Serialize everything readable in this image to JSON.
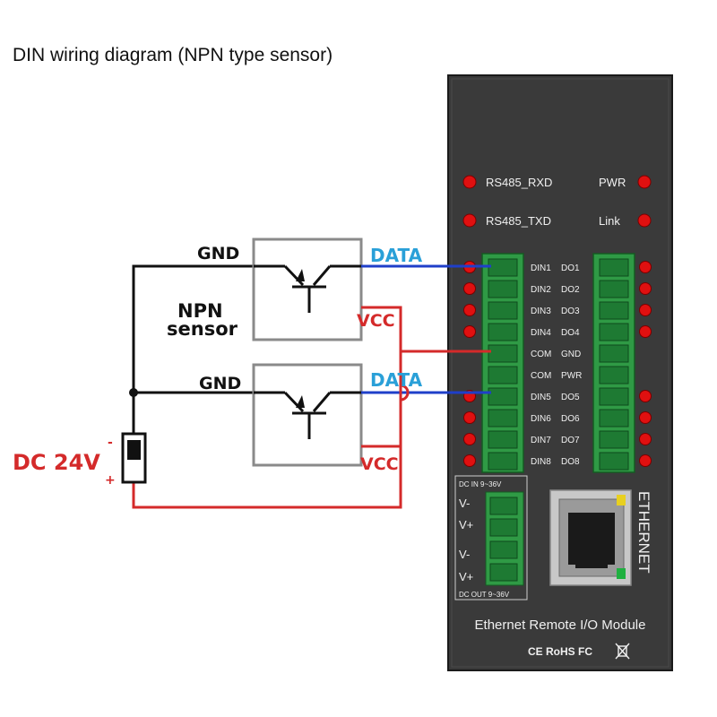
{
  "title": "DIN wiring diagram (NPN type sensor)",
  "sensor": {
    "label_line1": "NPN",
    "label_line2": "sensor"
  },
  "wire_labels": {
    "gnd": "GND",
    "data": "DATA",
    "vcc": "VCC"
  },
  "power_supply": {
    "label": "DC 24V",
    "minus": "-",
    "plus": "+"
  },
  "module": {
    "name": "Ethernet Remote I/O Module",
    "indicators": {
      "rxd": "RS485_RXD",
      "txd": "RS485_TXD",
      "pwr": "PWR",
      "link": "Link"
    },
    "left_terminals": [
      "DIN1",
      "DIN2",
      "DIN3",
      "DIN4",
      "COM",
      "COM",
      "DIN5",
      "DIN6",
      "DIN7",
      "DIN8"
    ],
    "right_terminals": [
      "DO1",
      "DO2",
      "DO3",
      "DO4",
      "GND",
      "PWR",
      "DO5",
      "DO6",
      "DO7",
      "DO8"
    ],
    "dc_in_label": "DC  IN  9~36V",
    "dc_out_label": "DC OUT 9~36V",
    "v_minus": "V-",
    "v_plus": "V+",
    "ethernet_label": "ETHERNET",
    "certifications": "CE RoHS FC"
  },
  "colors": {
    "red_wire": "#d42a2a",
    "blue_wire": "#1f3fc9",
    "data_label": "#2aa0d8",
    "vcc_label": "#d42a2a",
    "module_body": "#3a3a3a",
    "terminal_green": "#2f9a45",
    "led_red": "#e01010"
  }
}
